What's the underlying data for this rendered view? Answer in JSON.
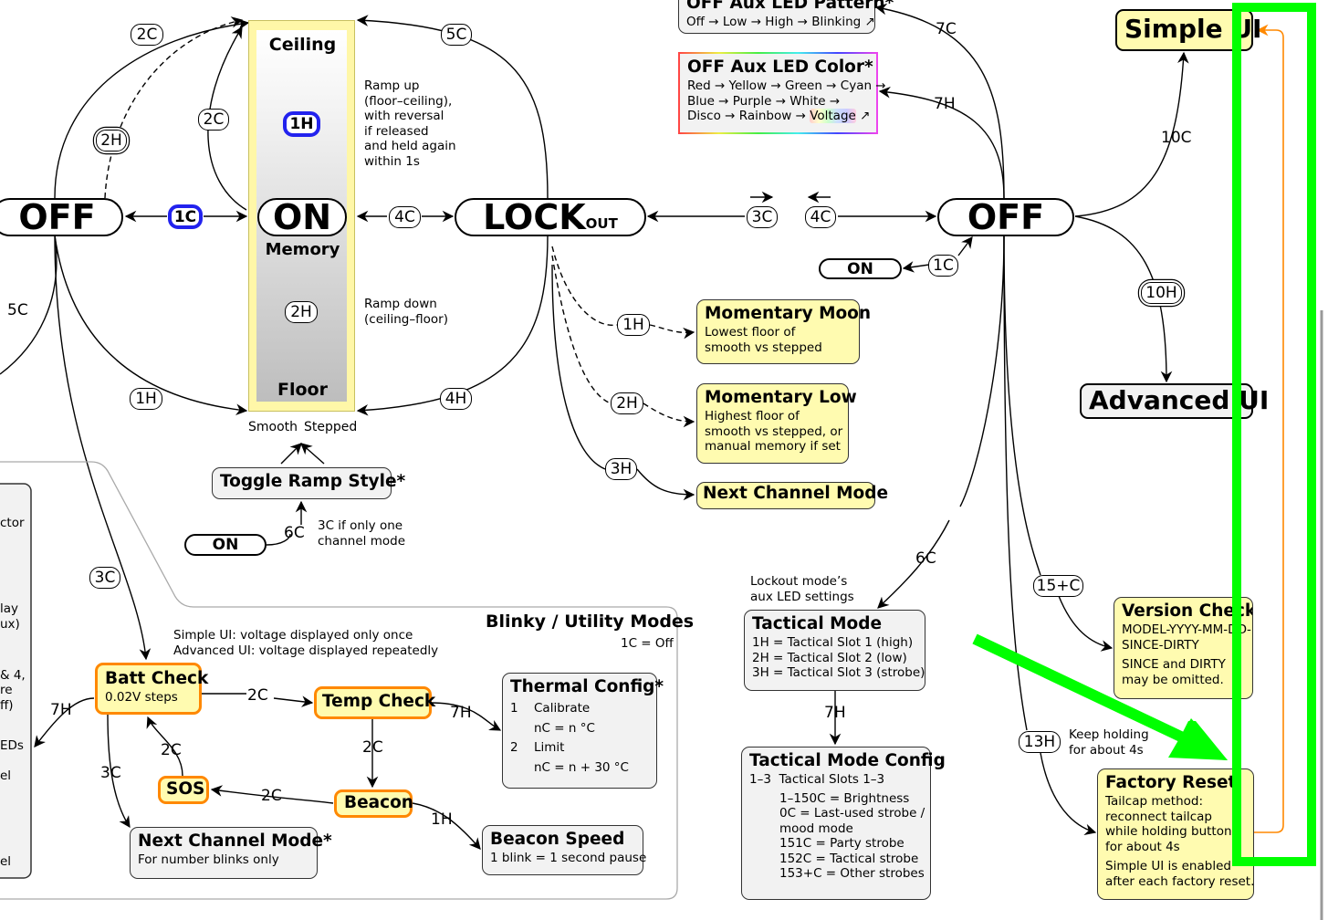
{
  "states": {
    "off_left": "OFF",
    "on": "ON",
    "lock": "LOCK",
    "lock_sub": "OUT",
    "off_right": "OFF",
    "on_small_1": "ON",
    "on_small_2": "ON",
    "simple_ui": "Simple UI",
    "advanced_ui": "Advanced UI"
  },
  "ramp": {
    "ceiling": "Ceiling",
    "memory": "Memory",
    "floor": "Floor",
    "smooth": "Smooth",
    "stepped": "Stepped",
    "ramp_up_note": [
      "Ramp up",
      "(floor–ceiling),",
      "with reversal",
      "if released",
      "and held again",
      "within 1s"
    ],
    "ramp_down_note": [
      "Ramp down",
      "(ceiling–floor)"
    ],
    "toggle": "Toggle Ramp Style*",
    "six_c": "6C",
    "single_channel_note": [
      "3C if only one",
      "channel mode"
    ]
  },
  "edges": {
    "c2c_top": "2C",
    "h2h": "2H",
    "c2c_mid": "2C",
    "c1c": "1C",
    "h1h_ramp": "1H",
    "h2h_ramp": "2H",
    "c5c_left": "5C",
    "h1h_left": "1H",
    "c5c_top": "5C",
    "c4c": "4C",
    "h4h": "4H",
    "c3c": "3C",
    "c4c_r": "4C",
    "c1c_r": "1C",
    "c7c": "7C",
    "c7h": "7H",
    "c10c": "10C",
    "c10h": "10H",
    "h1h_lock": "1H",
    "h2h_lock": "2H",
    "h3h_lock": "3H",
    "c6c_r": "6C",
    "h7h_tac": "7H",
    "c15": "15+C",
    "h13h": "13H",
    "c3c_left": "3C"
  },
  "aux_pattern": {
    "title": "OFF Aux LED Pattern*",
    "desc": "Off → Low → High → Blinking ↗"
  },
  "aux_color": {
    "title": "OFF Aux LED Color*",
    "lines": [
      "Red → Yellow → Green → Cyan →",
      "Blue → Purple → White →",
      "Disco → Rainbow → "
    ],
    "voltage": "Voltage",
    "tail": " ↗"
  },
  "lock_modes": [
    {
      "title": "Momentary Moon",
      "lines": [
        "Lowest floor of",
        "smooth vs stepped"
      ]
    },
    {
      "title": "Momentary Low",
      "lines": [
        "Highest floor of",
        "smooth vs stepped, or",
        "manual memory if set"
      ]
    },
    {
      "title": "Next Channel Mode",
      "lines": []
    }
  ],
  "tactical": {
    "note": [
      "Lockout mode’s",
      "aux LED settings"
    ],
    "title": "Tactical Mode",
    "lines": [
      "1H = Tactical Slot 1 (high)",
      "2H = Tactical Slot 2 (low)",
      "3H = Tactical Slot 3 (strobe)"
    ]
  },
  "tactical_config": {
    "title": "Tactical Mode Config",
    "head_k": "1–3",
    "head_v": "Tactical Slots 1–3",
    "lines": [
      "1–150C = Brightness",
      "0C = Last-used strobe /",
      "mood mode",
      "151C = Party strobe",
      "152C = Tactical strobe",
      "153+C = Other strobes"
    ]
  },
  "version_check": {
    "title": "Version Check",
    "lines": [
      "MODEL-YYYY-MM-DD-",
      "SINCE-DIRTY"
    ],
    "note": [
      "SINCE and DIRTY",
      "may be omitted."
    ]
  },
  "factory_reset": {
    "hold_note": [
      "Keep holding",
      "for about 4s"
    ],
    "title": "Factory Reset",
    "lines": [
      "Tailcap method:",
      "reconnect tailcap",
      "while holding button",
      "for about 4s"
    ],
    "note": [
      "Simple UI is enabled",
      "after each factory reset."
    ]
  },
  "blinky": {
    "title": "Blinky / Utility Modes",
    "sub": "1C = Off",
    "voltage_note": [
      "Simple UI: voltage displayed only once",
      "Advanced UI: voltage displayed repeatedly"
    ],
    "batt": {
      "title": "Batt Check",
      "desc": "0.02V steps"
    },
    "temp": "Temp Check",
    "sos": "SOS",
    "beacon": "Beacon",
    "thermal": {
      "title": "Thermal Config*",
      "rows": [
        [
          "1",
          "Calibrate"
        ],
        [
          "",
          "nC = n °C"
        ],
        [
          "2",
          "Limit"
        ],
        [
          "",
          "nC = n + 30 °C"
        ]
      ]
    },
    "next_channel": {
      "title": "Next Channel Mode*",
      "desc": "For number blinks only"
    },
    "beacon_speed": {
      "title": "Beacon Speed",
      "desc": "1 blink = 1 second pause"
    },
    "e_2c_a": "2C",
    "e_7h_a": "7H",
    "e_2c_b": "2C",
    "e_2c_c": "2C",
    "e_2c_d": "2C",
    "e_3c": "3C",
    "e_1h": "1H",
    "e_7h_left": "7H"
  },
  "left_panel_fragments": [
    "ctor",
    "lay",
    "ux)",
    "& 4,",
    "re",
    "ff)",
    "EDs",
    "el",
    "el"
  ],
  "colors": {
    "highlight": "#00ff00",
    "orange": "#ff8800",
    "blue_chip": "#2222ee",
    "yellow_box": "#fffbb0"
  }
}
